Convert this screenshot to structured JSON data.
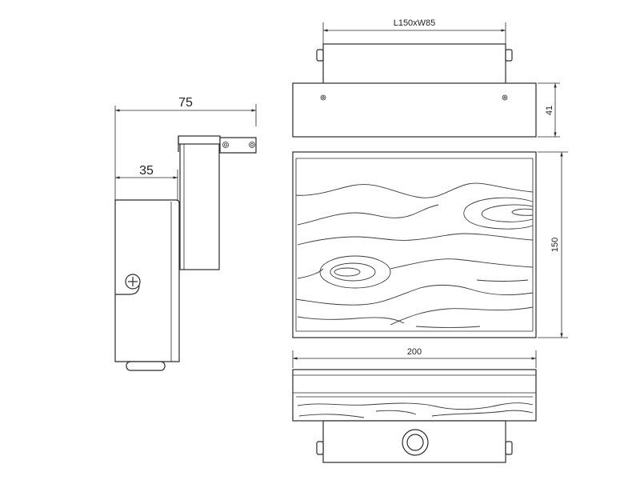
{
  "dimensions": {
    "side_depth_total": "75",
    "side_depth_body": "35",
    "top_view_size": "L150xW85",
    "front_height": "150",
    "front_width": "200",
    "top_thickness": "41"
  }
}
